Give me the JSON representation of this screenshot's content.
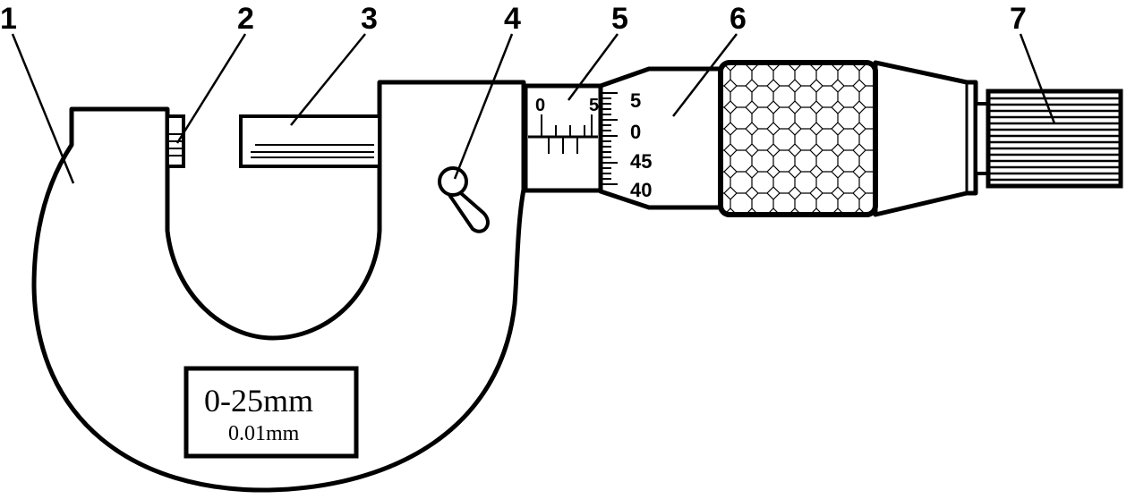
{
  "callouts": [
    "1",
    "2",
    "3",
    "4",
    "5",
    "6",
    "7"
  ],
  "thimble_scale": [
    "5",
    "0",
    "45",
    "40"
  ],
  "sleeve_scale": {
    "zero": "0",
    "five": "5"
  },
  "label_plate": {
    "range": "0-25mm",
    "resolution": "0.01mm"
  }
}
